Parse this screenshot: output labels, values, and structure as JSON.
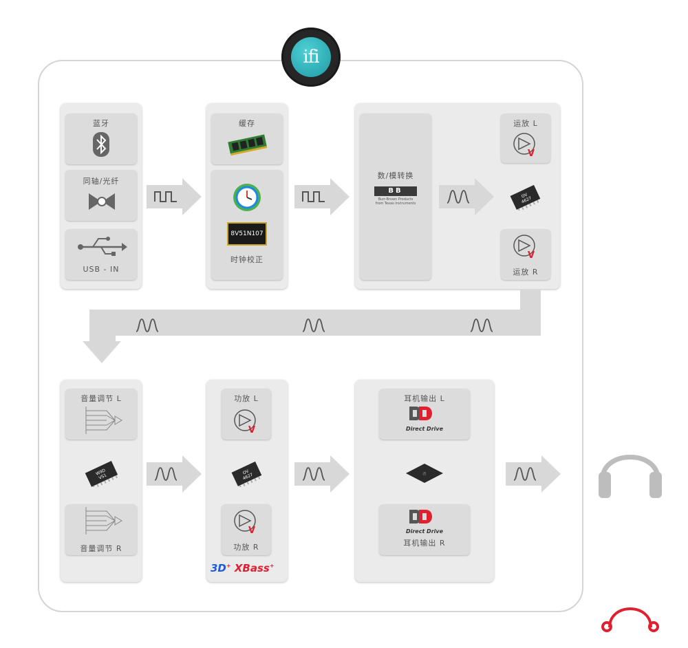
{
  "logo": {
    "text": "ifi"
  },
  "stage1": {
    "bluetooth_label": "蓝牙",
    "coax_label": "同轴/光纤",
    "usb_label": "USB - IN"
  },
  "stage2": {
    "cache_label": "缓存",
    "clock_chip_text": "8V51N107",
    "clock_label": "时钟校正"
  },
  "stage3": {
    "dac_label": "数/模转换",
    "bb_logo_text": "BB",
    "bb_caption_line1": "Burr-Brown Products",
    "bb_caption_line2": "from Texas Instruments",
    "opamp_l_label": "运放 L",
    "opamp_r_label": "运放 R",
    "opamp_chip_text_1": "OV",
    "opamp_chip_text_2": "4627"
  },
  "stage4": {
    "volume_l_label": "音量调节 L",
    "volume_r_label": "音量调节 R",
    "volume_chip_text_1": "W9D",
    "volume_chip_text_2": "VS1"
  },
  "stage5": {
    "amp_l_label": "功放 L",
    "amp_r_label": "功放 R",
    "amp_chip_text_1": "OV",
    "amp_chip_text_2": "4627",
    "logo_3d": "3D",
    "logo_xbass": "XBass"
  },
  "stage6": {
    "hp_l_label": "耳机输出 L",
    "hp_r_label": "耳机输出 R",
    "dd_text": "Direct Drive",
    "chip_text": "ifi"
  },
  "colors": {
    "panel": "#ebebeb",
    "card": "#dcdcdc",
    "arrow": "#d8d8d8",
    "accent_red": "#e02030",
    "teal": "#2fb3bb"
  },
  "icons": [
    "bluetooth-icon",
    "coax-optical-icon",
    "usb-icon",
    "memory-icon",
    "clock-icon",
    "opamp-icon",
    "dac-chip-icon",
    "headphones-icon",
    "brand-mark-icon"
  ]
}
